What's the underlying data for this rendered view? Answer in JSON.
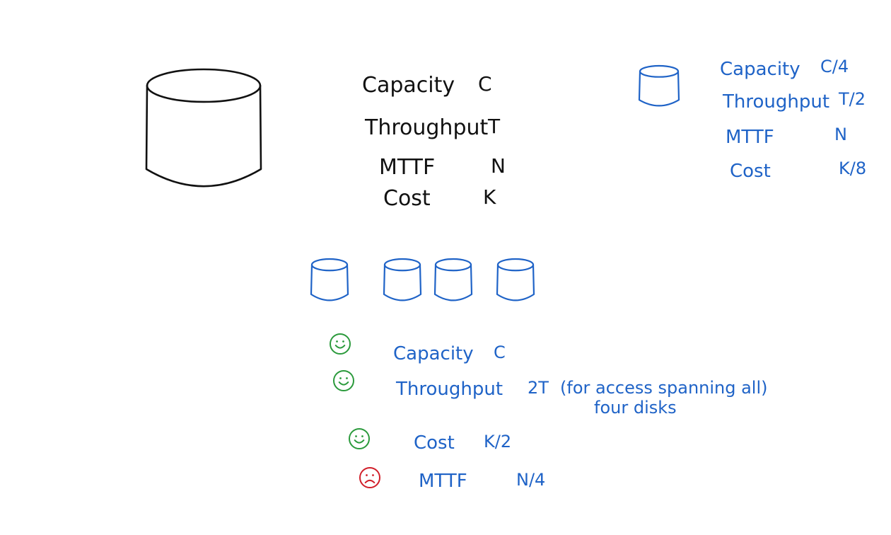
{
  "colors": {
    "ink_black": "#111111",
    "ink_blue": "#1f63c7",
    "ink_green": "#2b9a3c",
    "ink_red": "#d11f2a",
    "background": "#ffffff"
  },
  "single_disk": {
    "rows": [
      {
        "label": "Capacity",
        "value": "C"
      },
      {
        "label": "Throughput",
        "value": "T"
      },
      {
        "label": "MTTF",
        "value": "N"
      },
      {
        "label": "Cost",
        "value": "K"
      }
    ]
  },
  "small_disk": {
    "rows": [
      {
        "label": "Capacity",
        "value": "C/4"
      },
      {
        "label": "Throughput",
        "value": "T/2"
      },
      {
        "label": "MTTF",
        "value": "N"
      },
      {
        "label": "Cost",
        "value": "K/8"
      }
    ]
  },
  "array": {
    "disk_count": 4,
    "rows": [
      {
        "label": "Capacity",
        "value": "C",
        "mood": "happy"
      },
      {
        "label": "Throughput",
        "value": "2T",
        "note_line1": "(for access spanning all)",
        "note_line2": "four disks",
        "mood": "happy"
      },
      {
        "label": "Cost",
        "value": "K/2",
        "mood": "happy"
      },
      {
        "label": "MTTF",
        "value": "N/4",
        "mood": "sad"
      }
    ]
  }
}
